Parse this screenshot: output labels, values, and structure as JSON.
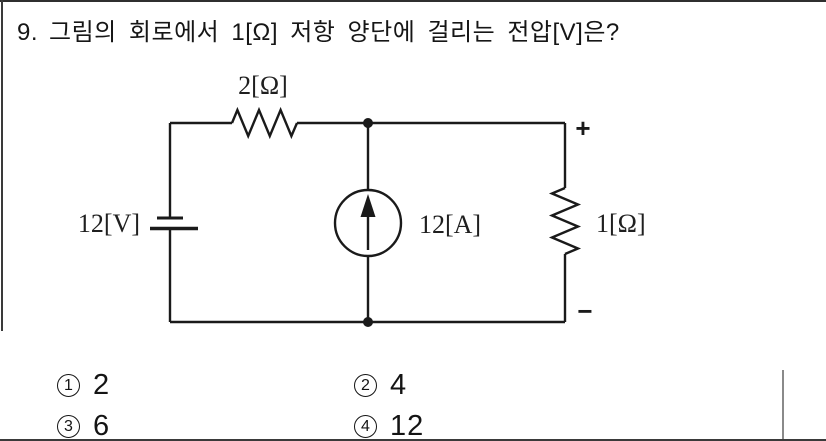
{
  "question": {
    "number": "9.",
    "text": "그림의 회로에서 1[Ω] 저항 양단에 걸리는 전압[V]은?"
  },
  "circuit": {
    "source_voltage": "12[V]",
    "series_resistor": "2[Ω]",
    "current_source": "12[A]",
    "load_resistor": "1[Ω]",
    "polarity_plus": "+",
    "polarity_minus": "−"
  },
  "options": [
    {
      "num": "1",
      "value": "2"
    },
    {
      "num": "2",
      "value": "4"
    },
    {
      "num": "3",
      "value": "6"
    },
    {
      "num": "4",
      "value": "12"
    }
  ]
}
